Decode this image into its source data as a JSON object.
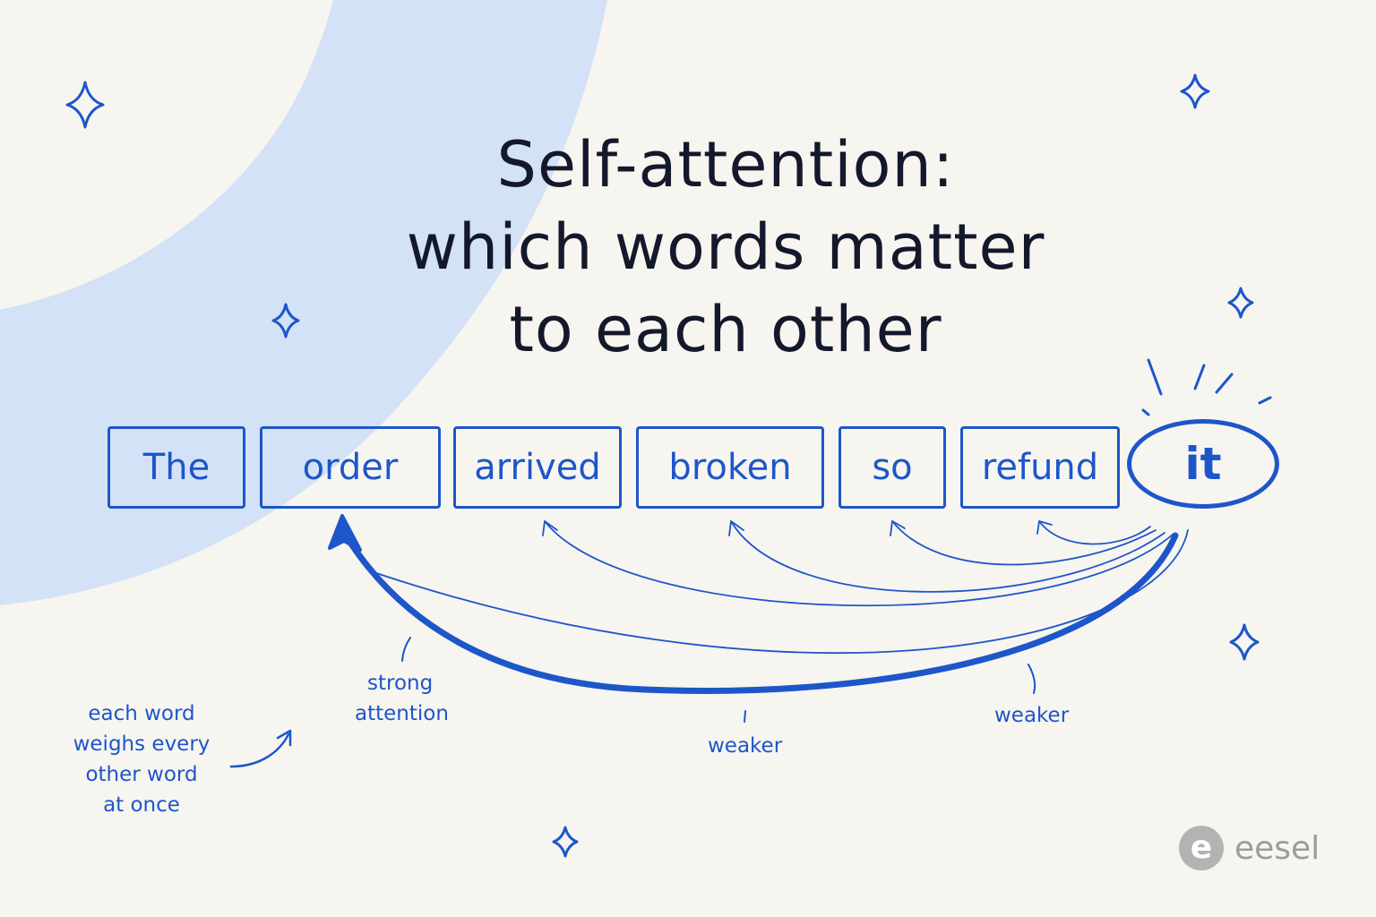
{
  "title": {
    "line1": "Self-attention:",
    "line2": "which words matter",
    "line3": "to each other"
  },
  "tokens": [
    "The",
    "order",
    "arrived",
    "broken",
    "so",
    "refund",
    "it"
  ],
  "focus_token": "it",
  "strongest_target": "order",
  "labels": {
    "strong": [
      "strong",
      "attention"
    ],
    "weaker_1": "weaker",
    "weaker_2": "weaker",
    "side_note": [
      "each word",
      "weighs every",
      "other word",
      "at once"
    ]
  },
  "brand": {
    "name": "eesel",
    "mark": "e"
  },
  "colors": {
    "accent": "#1d56c9",
    "background": "#f7f5f0",
    "blob": "#d3e2f6",
    "title": "#14182b",
    "logo": "#b3b3b3"
  }
}
